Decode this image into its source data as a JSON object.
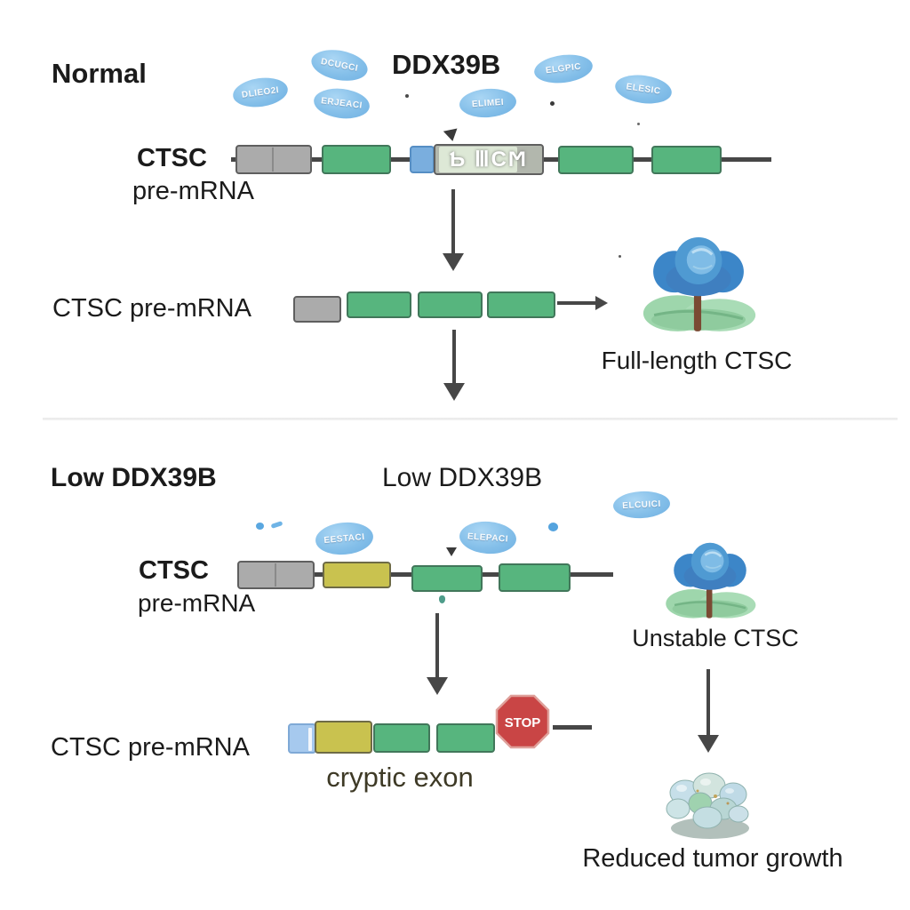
{
  "normal_panel": {
    "section_label": "Normal",
    "protein_name": "DDX39B",
    "gene_name": "CTSC",
    "gene_type": "pre-mRNA",
    "cryptic_box_garble": "Ƅ ⅢCϺ",
    "spliced_label": "CTSC pre-mRNA",
    "product_label": "Full-length CTSC",
    "oval_texts": [
      "DLIEO2I",
      "DCUGCI",
      "ERJEACI",
      "ELIMEI",
      "ELGPIC",
      "ELESIC"
    ]
  },
  "low_panel": {
    "section_label": "Low DDX39B",
    "condition_label": "Low DDX39B",
    "gene_name": "CTSC",
    "gene_type": "pre-mRNA",
    "spliced_label": "CTSC pre-mRNA",
    "cryptic_exon_label": "cryptic exon",
    "stop_label": "STOP",
    "product_label": "Unstable CTSC",
    "outcome_label": "Reduced tumor growth",
    "oval_texts": [
      "EESTACI",
      "ELEPACI",
      "ELCUICI"
    ]
  },
  "colors": {
    "exon_green": "#57b57e",
    "intron_gray": "#ababab",
    "cryptic_yellow": "#c9c24f",
    "utr_blue": "#7aaede",
    "ddx39b_oval_blue": "#84bfe9",
    "stop_red": "#c94545",
    "arrow_gray": "#474747",
    "tree_foliage_blue": "#3c86c8",
    "tree_base_green": "#9ed6ac",
    "cryptic_text": "#3e3a26"
  }
}
